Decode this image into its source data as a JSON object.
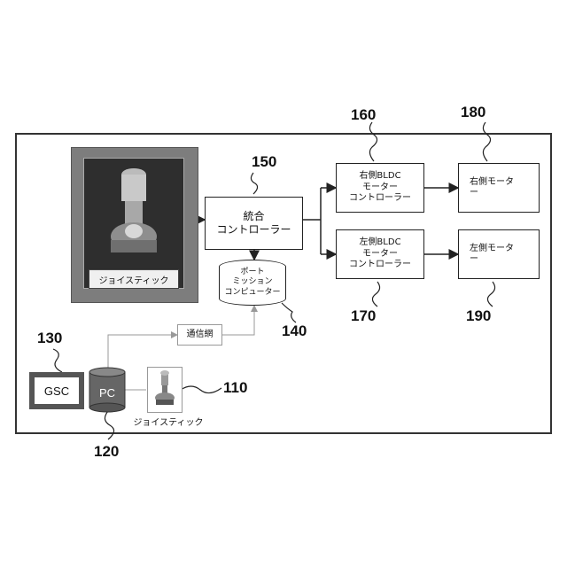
{
  "labels": {
    "joystick_main": "ジョイスティック",
    "controller_line1": "統合",
    "controller_line2": "コントローラー",
    "pmc_line1": "ポート",
    "pmc_line2": "ミッション",
    "pmc_line3": "コンピューター",
    "right_bldc_line1": "右側BLDC",
    "right_bldc_line2": "モーター",
    "right_bldc_line3": "コントローラー",
    "left_bldc_line1": "左側BLDC",
    "left_bldc_line2": "モーター",
    "left_bldc_line3": "コントローラー",
    "right_motor_line1": "右側モータ",
    "right_motor_line2": "ー",
    "left_motor_line1": "左側モータ",
    "left_motor_line2": "ー",
    "network": "通信網",
    "gsc": "GSC",
    "pc": "PC",
    "joystick_small": "ジョイスティック"
  },
  "refs": {
    "r110": "110",
    "r120": "120",
    "r130": "130",
    "r140": "140",
    "r150": "150",
    "r160": "160",
    "r170": "170",
    "r180": "180",
    "r190": "190"
  }
}
